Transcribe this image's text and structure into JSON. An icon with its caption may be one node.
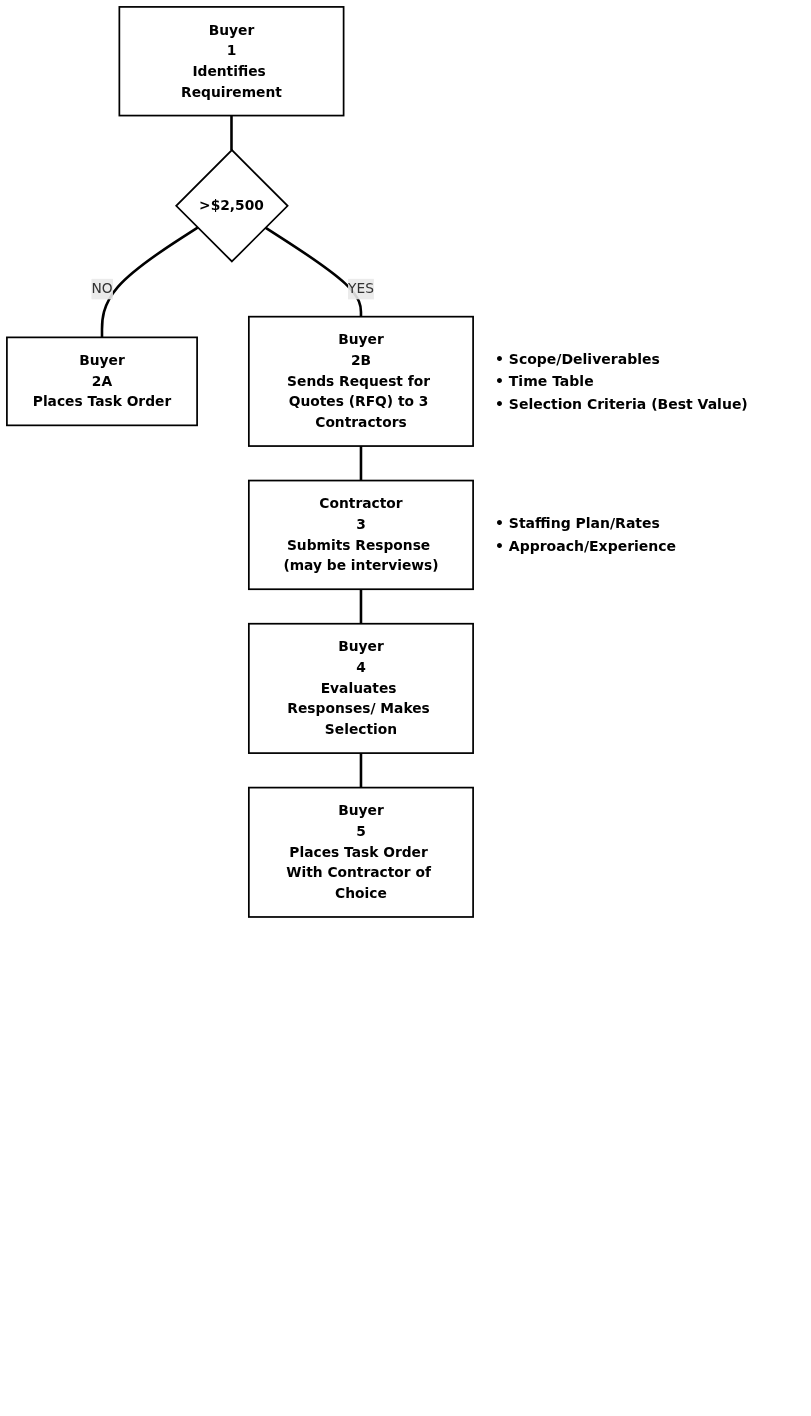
{
  "diagram": {
    "nodes": [
      {
        "text": [
          "Buyer",
          "1",
          "Identifies Requirement"
        ]
      },
      {
        "text": [
          ">$2,500"
        ]
      },
      {
        "text": [
          "Buyer",
          "2A",
          "Places Task Order"
        ]
      },
      {
        "text": [
          "Buyer",
          "2B",
          "Sends Request for Quotes (RFQ) to 3 Contractors"
        ],
        "beside": [
          "• Scope/Deliverables",
          "• Time Table",
          "• Selection Criteria (Best Value)"
        ]
      },
      {
        "text": [
          "Contractor",
          "3",
          "Submits Response (may be interviews)"
        ],
        "beside": [
          "• Staffing Plan/Rates",
          "• Approach/Experience"
        ]
      },
      {
        "text": [
          "Buyer",
          "4",
          "Evaluates Responses/ Makes Selection"
        ]
      },
      {
        "text": [
          "Buyer",
          "5",
          "Places Task Order With Contractor of Choice"
        ]
      }
    ],
    "edges": [
      {
        "from": 0,
        "to": 1,
        "arrow": "none"
      },
      {
        "from": 1,
        "to": 2,
        "arrow": "none",
        "label": "NO"
      },
      {
        "from": 1,
        "to": 3,
        "arrow": "none",
        "label": "YES"
      },
      {
        "from": 3,
        "to": 4,
        "arrow": "none"
      },
      {
        "from": 4,
        "to": 5,
        "arrow": "none"
      },
      {
        "from": 5,
        "to": 6,
        "arrow": "none"
      }
    ]
  }
}
